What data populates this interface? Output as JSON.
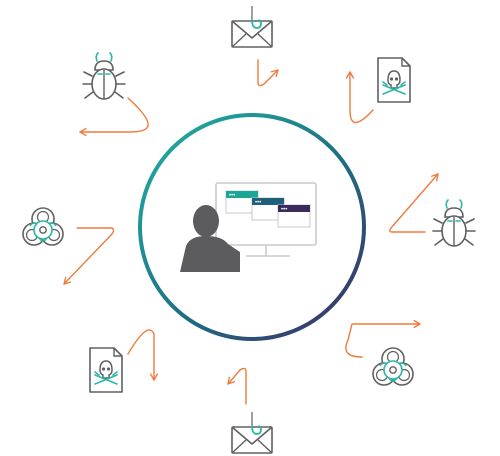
{
  "colors": {
    "icon_stroke": "#5f6062",
    "icon_accent": "#2bb7a7",
    "arrow": "#f07a3c",
    "ring_start": "#22b3a3",
    "ring_mid": "#1d6f84",
    "ring_end": "#3f2a63",
    "person": "#5c5c5e",
    "window_teal": "#1aa596",
    "window_blue": "#1e5f7a",
    "window_purple": "#3b2a5c"
  },
  "threats": [
    {
      "kind": "phishing-email",
      "icon": "envelope-hook-icon"
    },
    {
      "kind": "malicious-document",
      "icon": "skull-document-icon"
    },
    {
      "kind": "malware-bug",
      "icon": "bug-icon"
    },
    {
      "kind": "biohazard",
      "icon": "biohazard-icon"
    },
    {
      "kind": "phishing-email",
      "icon": "envelope-hook-icon"
    },
    {
      "kind": "malicious-document",
      "icon": "skull-document-icon"
    },
    {
      "kind": "biohazard",
      "icon": "biohazard-icon"
    },
    {
      "kind": "malware-bug",
      "icon": "bug-icon"
    }
  ],
  "center": {
    "icon": "user-at-computer-icon",
    "window_dots": "•••"
  }
}
